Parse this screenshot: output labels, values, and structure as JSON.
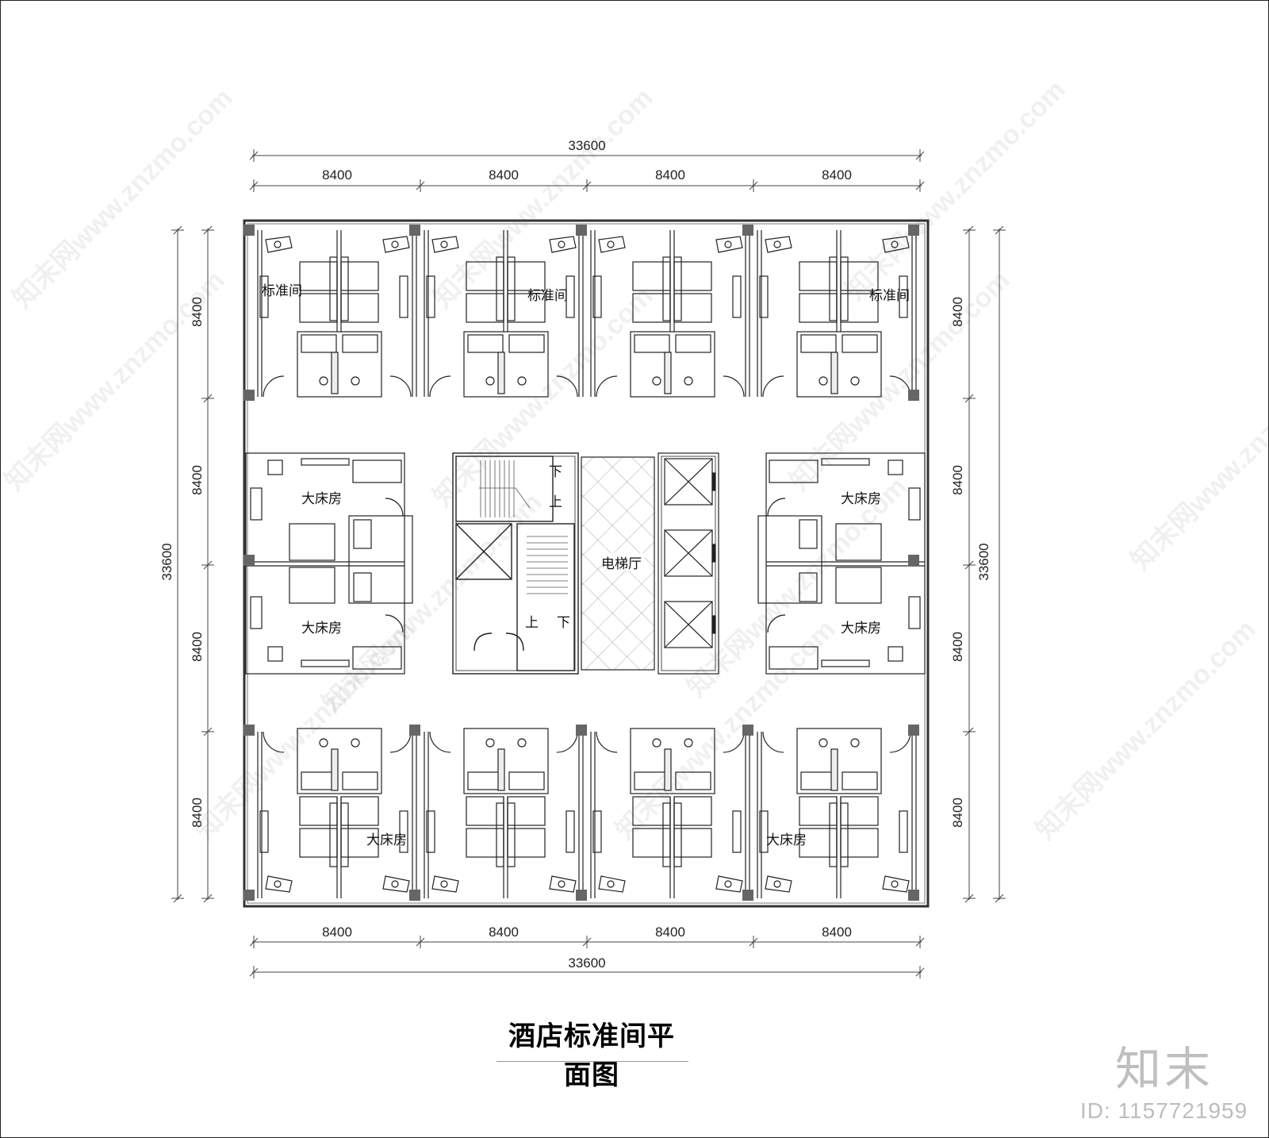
{
  "title": "酒店标准间平面图",
  "dimensions": {
    "overall_top": "33600",
    "overall_bottom": "33600",
    "overall_left": "33600",
    "overall_right": "33600",
    "bay_top": [
      "8400",
      "8400",
      "8400",
      "8400"
    ],
    "bay_bottom": [
      "8400",
      "8400",
      "8400",
      "8400"
    ],
    "bay_left": [
      "8400",
      "8400",
      "8400",
      "8400"
    ],
    "bay_right": [
      "8400",
      "8400",
      "8400",
      "8400"
    ]
  },
  "room_labels": {
    "standard_1": "标准间",
    "standard_2": "标准间",
    "standard_3": "标准间",
    "king_left_upper": "大床房",
    "king_left_lower": "大床房",
    "king_right_upper": "大床房",
    "king_right_lower": "大床房",
    "king_bottom_1": "大床房",
    "king_bottom_2": "大床房",
    "elevator_hall": "电梯厅"
  },
  "stair_marks": {
    "up": "上",
    "down": "下"
  },
  "watermark": "知末网www.znzmo.com",
  "brand": {
    "logo": "知末",
    "id": "ID: 1157721959"
  }
}
